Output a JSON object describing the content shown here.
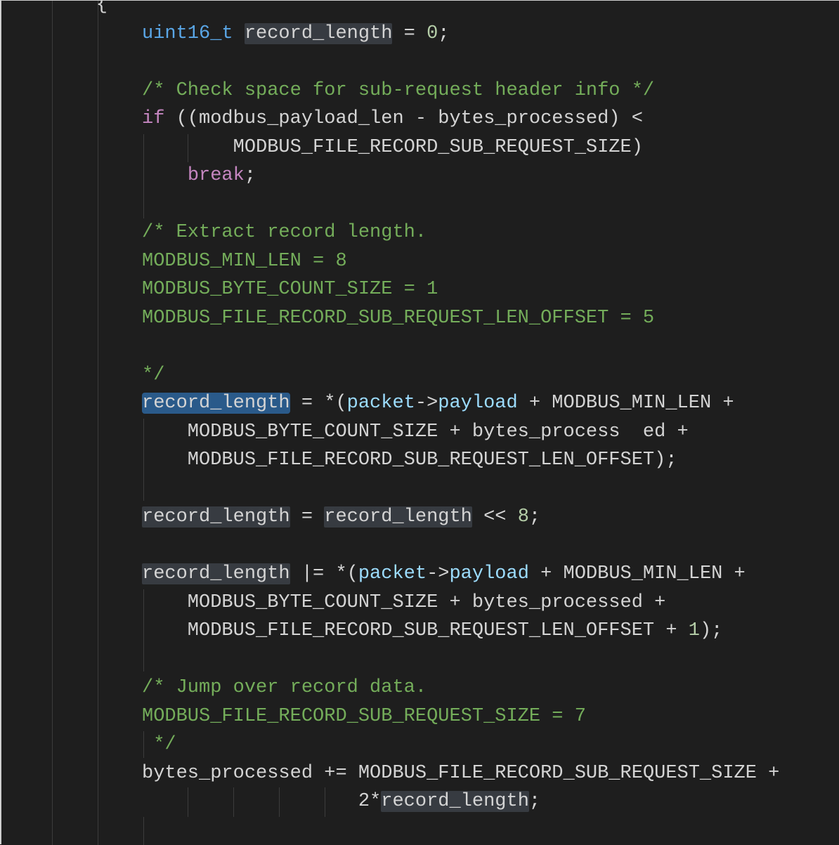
{
  "editor": {
    "colors": {
      "background": "#1e1e1e",
      "type": "#5aa6e6",
      "keyword": "#c586c0",
      "comment": "#74ad5a",
      "number": "#b5cea8",
      "variable": "#9cdcfe",
      "selection": "#2a5a8a",
      "highlight": "#373b41"
    },
    "lines": [
      [
        [
          "    {",
          "text"
        ]
      ],
      [
        [
          "uint16_t",
          "type"
        ],
        [
          " ",
          "text"
        ],
        [
          "record_length",
          "text",
          "hl"
        ],
        [
          " = ",
          "text"
        ],
        [
          "0",
          "num"
        ],
        [
          ";",
          "text"
        ]
      ],
      [],
      [
        [
          "/* Check space for sub-request header info */",
          "com"
        ]
      ],
      [
        [
          "if",
          "kw"
        ],
        [
          " ((modbus_payload_len - bytes_processed) <",
          "text"
        ]
      ],
      [
        [
          "        MODBUS_FILE_RECORD_SUB_REQUEST_SIZE)",
          "text"
        ]
      ],
      [
        [
          "    ",
          "text"
        ],
        [
          "break",
          "kw"
        ],
        [
          ";",
          "text"
        ]
      ],
      [],
      [
        [
          "/* Extract record length.",
          "com"
        ]
      ],
      [
        [
          "MODBUS_MIN_LEN = 8",
          "com"
        ]
      ],
      [
        [
          "MODBUS_BYTE_COUNT_SIZE = 1",
          "com"
        ]
      ],
      [
        [
          "MODBUS_FILE_RECORD_SUB_REQUEST_LEN_OFFSET = 5",
          "com"
        ]
      ],
      [],
      [
        [
          "*/",
          "com"
        ]
      ],
      [
        [
          "record_length",
          "text",
          "sel"
        ],
        [
          " = *(",
          "text"
        ],
        [
          "packet",
          "var"
        ],
        [
          "->",
          "text"
        ],
        [
          "payload",
          "var"
        ],
        [
          " + MODBUS_MIN_LEN +",
          "text"
        ]
      ],
      [
        [
          "    MODBUS_BYTE_COUNT_SIZE + bytes_process  ed +",
          "text"
        ]
      ],
      [
        [
          "    MODBUS_FILE_RECORD_SUB_REQUEST_LEN_OFFSET);",
          "text"
        ]
      ],
      [],
      [
        [
          "record_length",
          "text",
          "hl"
        ],
        [
          " = ",
          "text"
        ],
        [
          "record_length",
          "text",
          "hl"
        ],
        [
          " << ",
          "text"
        ],
        [
          "8",
          "num"
        ],
        [
          ";",
          "text"
        ]
      ],
      [],
      [
        [
          "record_length",
          "text",
          "hl"
        ],
        [
          " |= *(",
          "text"
        ],
        [
          "packet",
          "var"
        ],
        [
          "->",
          "text"
        ],
        [
          "payload",
          "var"
        ],
        [
          " + MODBUS_MIN_LEN +",
          "text"
        ]
      ],
      [
        [
          "    MODBUS_BYTE_COUNT_SIZE + bytes_processed +",
          "text"
        ]
      ],
      [
        [
          "    MODBUS_FILE_RECORD_SUB_REQUEST_LEN_OFFSET + ",
          "text"
        ],
        [
          "1",
          "num"
        ],
        [
          ");",
          "text"
        ]
      ],
      [],
      [
        [
          "/* Jump over record data.",
          "com"
        ]
      ],
      [
        [
          "MODBUS_FILE_RECORD_SUB_REQUEST_SIZE = 7",
          "com"
        ]
      ],
      [
        [
          " */",
          "com"
        ]
      ],
      [
        [
          "bytes_processed += MODBUS_FILE_RECORD_SUB_REQUEST_SIZE +",
          "text"
        ]
      ],
      [
        [
          "                   2*",
          "text"
        ],
        [
          "record_length",
          "text",
          "hl"
        ],
        [
          ";",
          "text"
        ]
      ],
      []
    ]
  }
}
